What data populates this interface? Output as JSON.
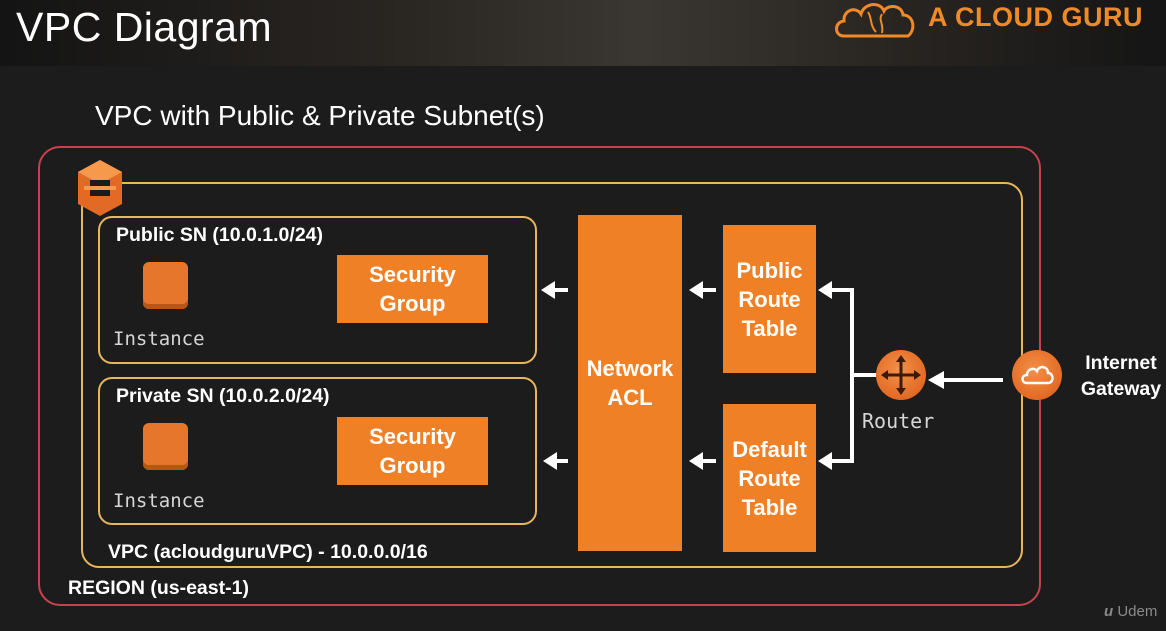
{
  "slide": {
    "title": "VPC Diagram"
  },
  "brand": {
    "name": "A CLOUD GURU",
    "color": "#f08a26"
  },
  "diagram": {
    "subtitle": "VPC with Public & Private Subnet(s)",
    "region_label": "REGION (us-east-1)",
    "vpc_label": "VPC (acloudguruVPC) - 10.0.0.0/16",
    "public_subnet": {
      "label": "Public SN (10.0.1.0/24)",
      "instance_label": "Instance",
      "security_group_label": "Security\nGroup"
    },
    "private_subnet": {
      "label": "Private SN (10.0.2.0/24)",
      "instance_label": "Instance",
      "security_group_label": "Security\nGroup"
    },
    "network_acl_label": "Network\nACL",
    "public_route_table_label": "Public\nRoute\nTable",
    "default_route_table_label": "Default\nRoute\nTable",
    "router_label": "Router",
    "gateway_label": "Internet\nGateway",
    "colors": {
      "orange": "#f08025",
      "region_border": "#c8424e",
      "vpc_border": "#e7b55b"
    }
  },
  "watermark": {
    "text": "Udem"
  }
}
